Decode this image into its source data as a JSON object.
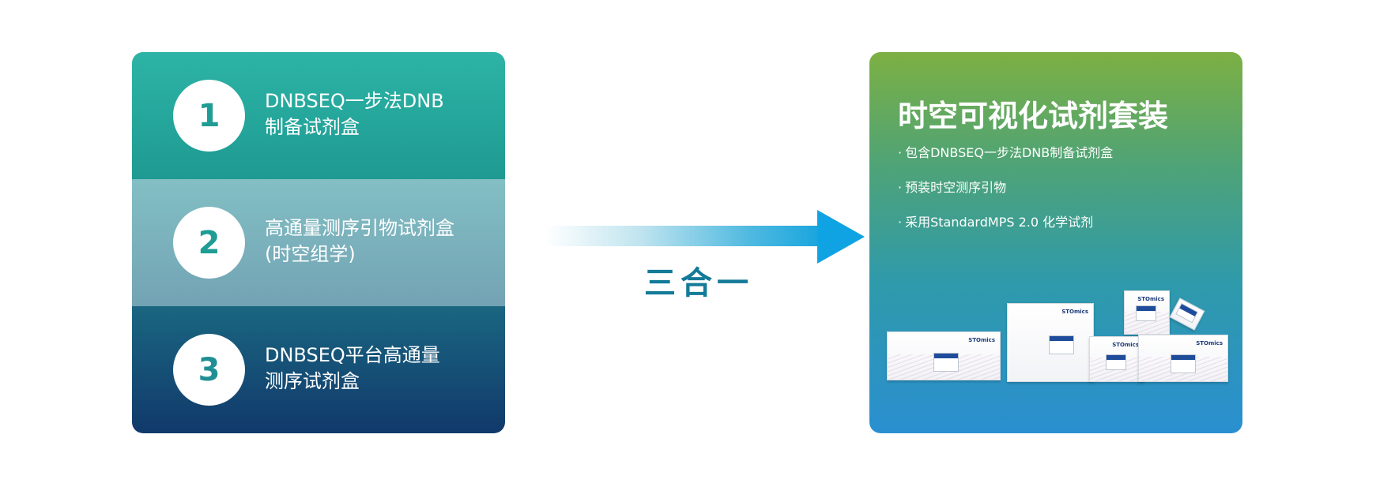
{
  "steps": [
    {
      "number": "1",
      "line1": "DNBSEQ一步法DNB",
      "line2": "制备试剂盒"
    },
    {
      "number": "2",
      "line1": "高通量测序引物试剂盒",
      "line2": "(时空组学)"
    },
    {
      "number": "3",
      "line1": "DNBSEQ平台高通量",
      "line2": "测序试剂盒"
    }
  ],
  "merge_label": "三合一",
  "product": {
    "title": "时空可视化试剂套装",
    "bullets": [
      "包含DNBSEQ一步法DNB制备试剂盒",
      "预装时空测序引物",
      "采用StandardMPS 2.0 化学试剂"
    ],
    "brand": "STOmics"
  },
  "colors": {
    "teal": "#1f9d94",
    "arrow_blue": "#10a3e3",
    "merge_text": "#137a98"
  }
}
